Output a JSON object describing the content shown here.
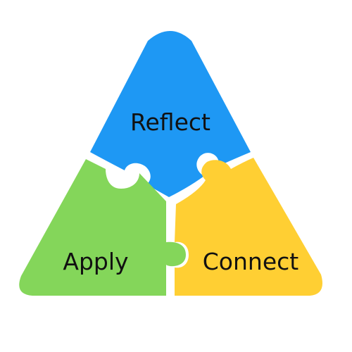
{
  "diagram": {
    "pieces": [
      {
        "id": "reflect",
        "label": "Reflect",
        "color": "#1E98F4"
      },
      {
        "id": "apply",
        "label": "Apply",
        "color": "#84D65A"
      },
      {
        "id": "connect",
        "label": "Connect",
        "color": "#FFCF33"
      }
    ]
  }
}
